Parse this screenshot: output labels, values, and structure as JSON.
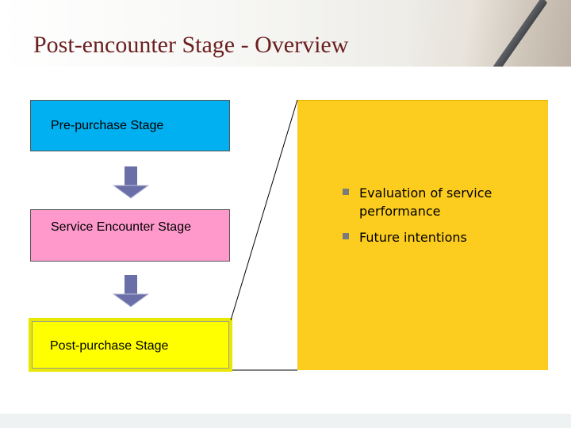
{
  "title": "Post-encounter Stage - Overview",
  "stages": [
    {
      "label": "Pre-purchase Stage",
      "color": "#00b0f0"
    },
    {
      "label": "Service Encounter Stage",
      "color": "#ff99cc"
    },
    {
      "label": "Post-purchase Stage",
      "color": "#ffff00",
      "highlighted": true
    }
  ],
  "detail_panel": {
    "color": "#fccd1f",
    "bullets": [
      "Evaluation of service performance",
      "Future intentions"
    ]
  },
  "colors": {
    "title": "#6b1f1f",
    "arrow": "#6a6fa8"
  }
}
